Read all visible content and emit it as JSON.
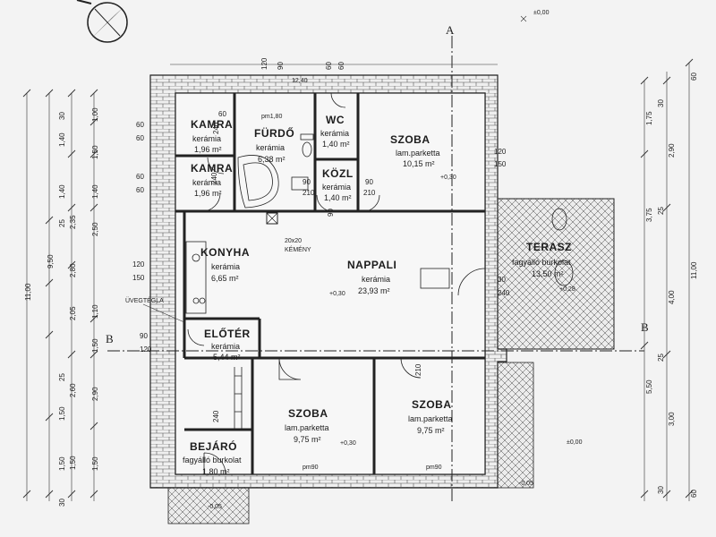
{
  "rooms": {
    "kamra1": {
      "name": "KAMRA",
      "material": "kerámia",
      "area": "1,96 m²"
    },
    "kamra2": {
      "name": "KAMRA",
      "material": "kerámia",
      "area": "1,96 m²"
    },
    "furdo": {
      "name": "FÜRDŐ",
      "material": "kerámia",
      "area": "6,38 m²"
    },
    "wc": {
      "name": "WC",
      "material": "kerámia",
      "area": "1,40 m²"
    },
    "kozl": {
      "name": "KÖZL",
      "material": "kerámia",
      "area": "1,40 m²"
    },
    "szoba_ne": {
      "name": "SZOBA",
      "material": "lam.parketta",
      "area": "10,15 m²"
    },
    "konyha": {
      "name": "KONYHA",
      "material": "kerámia",
      "area": "6,65 m²"
    },
    "nappali": {
      "name": "NAPPALI",
      "material": "kerámia",
      "area": "23,93 m²"
    },
    "terasz": {
      "name": "TERASZ",
      "material": "fagyálló burkolat",
      "area": "13,50 m²"
    },
    "eloter": {
      "name": "ELŐTÉR",
      "material": "kerámia",
      "area": "5,44 m²"
    },
    "szoba_sw": {
      "name": "SZOBA",
      "material": "lam.parketta",
      "area": "9,75 m²"
    },
    "szoba_se": {
      "name": "SZOBA",
      "material": "lam.parketta",
      "area": "9,75 m²"
    },
    "bejaro": {
      "name": "BEJÁRÓ",
      "material": "fagyálló burkolat",
      "area": "1,80 m²"
    }
  },
  "labels": {
    "kemeny_size": "20x20",
    "kemeny": "KÉMÉNY",
    "uvegtegla": "ÜVEGTÉGLA",
    "axis_a": "A",
    "axis_b": "B",
    "level_000": "±0,00",
    "level_030": "+0,30",
    "level_028": "+0,28",
    "level_005": "-0,05",
    "pm180": "pm1,80",
    "pm90": "pm90",
    "dim_1240": "12,40"
  },
  "dims": {
    "left_outer_total": "11,00",
    "left_outer_950": "9,50",
    "left_col2": [
      "2,35",
      "2,80",
      "2,05",
      "2,60",
      "1,50"
    ],
    "left_col3": [
      "1,00",
      "1,50",
      "1,40",
      "2,50",
      "1,10",
      "1,50",
      "2,90",
      "1,50"
    ],
    "left_col4": [
      "30",
      "1,40",
      "1,40",
      "25",
      "25",
      "1,50",
      "1,50",
      "30"
    ],
    "right_total": "11,00",
    "right_col2": [
      "1,75",
      "3,75",
      "5,50"
    ],
    "right_col3": [
      "2,90",
      "4,00",
      "3,00"
    ],
    "right_col4": [
      "30",
      "25",
      "25",
      "30"
    ],
    "right_60": "60",
    "small": [
      "60",
      "60",
      "60",
      "60",
      "120",
      "150",
      "90",
      "120",
      "90",
      "90",
      "90",
      "60",
      "210",
      "210",
      "240",
      "240",
      "240",
      "210",
      "120",
      "150",
      "240",
      "30"
    ]
  }
}
